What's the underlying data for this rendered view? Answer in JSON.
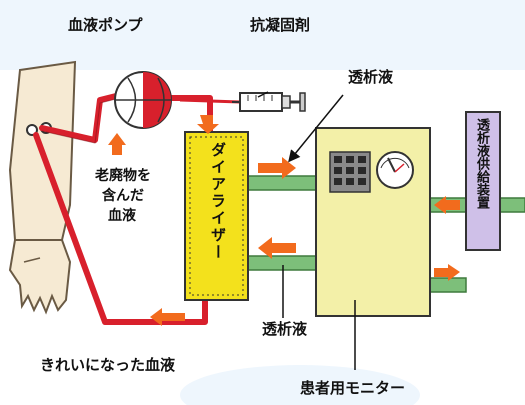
{
  "labels": {
    "blood_pump": "血液ポンプ",
    "anticoagulant": "抗凝固剤",
    "dialysate_in": "透析液",
    "dialysate_out": "透析液",
    "waste_blood": [
      "老廃物を",
      "含んだ",
      "血液"
    ],
    "clean_blood": "きれいになった血液",
    "patient_monitor": "患者用モニター",
    "dialyzer": "ダイアライザー",
    "dialysate_supply": "透析液供給装置"
  },
  "colors": {
    "dialyzer": "#f3e11c",
    "monitor": "#f3f0a8",
    "supply": "#cfc0e8",
    "blood_tube": "#d8202c",
    "pipe_green": "#7dbf7a",
    "arrow_orange": "#f26b1d",
    "skin": "#f6ead3",
    "background_top": "#dfeefa"
  }
}
